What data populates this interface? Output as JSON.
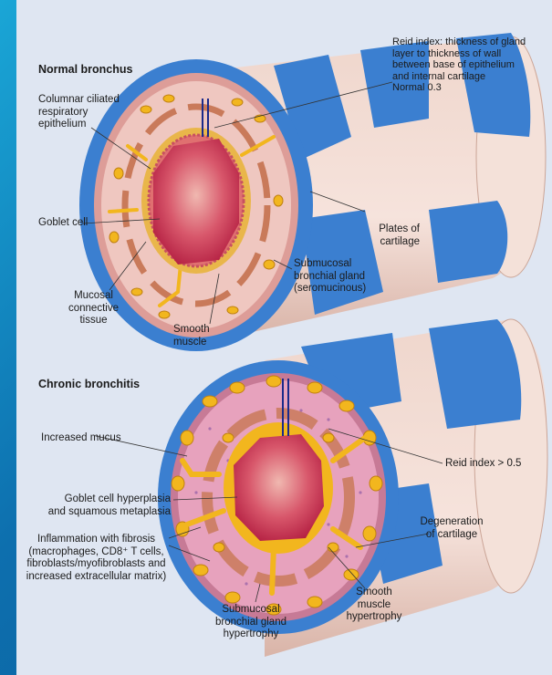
{
  "normal": {
    "title": "Normal bronchus",
    "reid": "Reid index: thickness of gland\nlayer to thickness of wall\nbetween base of epithelium\nand internal cartilage\nNormal 0.3",
    "columnar": "Columnar ciliated\nrespiratory\nepithelium",
    "goblet": "Goblet cell",
    "plates": "Plates of\ncartilage",
    "submucosal": "Submucosal\nbronchial gland\n(seromucinous)",
    "mucosal": "Mucosal\nconnective\ntissue",
    "smooth": "Smooth\nmuscle"
  },
  "chronic": {
    "title": "Chronic bronchitis",
    "mucus": "Increased mucus",
    "reid": "Reid index > 0.5",
    "goblet": "Goblet cell hyperplasia\nand squamous metaplasia",
    "inflammation": "Inflammation with fibrosis\n(macrophages, CD8⁺ T cells,\nfibroblasts/myofibroblasts and\nincreased extracellular matrix)",
    "degeneration": "Degeneration\nof cartilage",
    "smooth": "Smooth\nmuscle\nhypertrophy",
    "submucosal": "Submucosal\nbronchial gland\nhypertrophy"
  },
  "colors": {
    "cartilage": "#3b7fd0",
    "wall": "#f2d3c8",
    "lumen": "#c0284a",
    "gland": "#f2b61e",
    "muscle": "#c97a5a",
    "inflamed": "#d98cae"
  }
}
